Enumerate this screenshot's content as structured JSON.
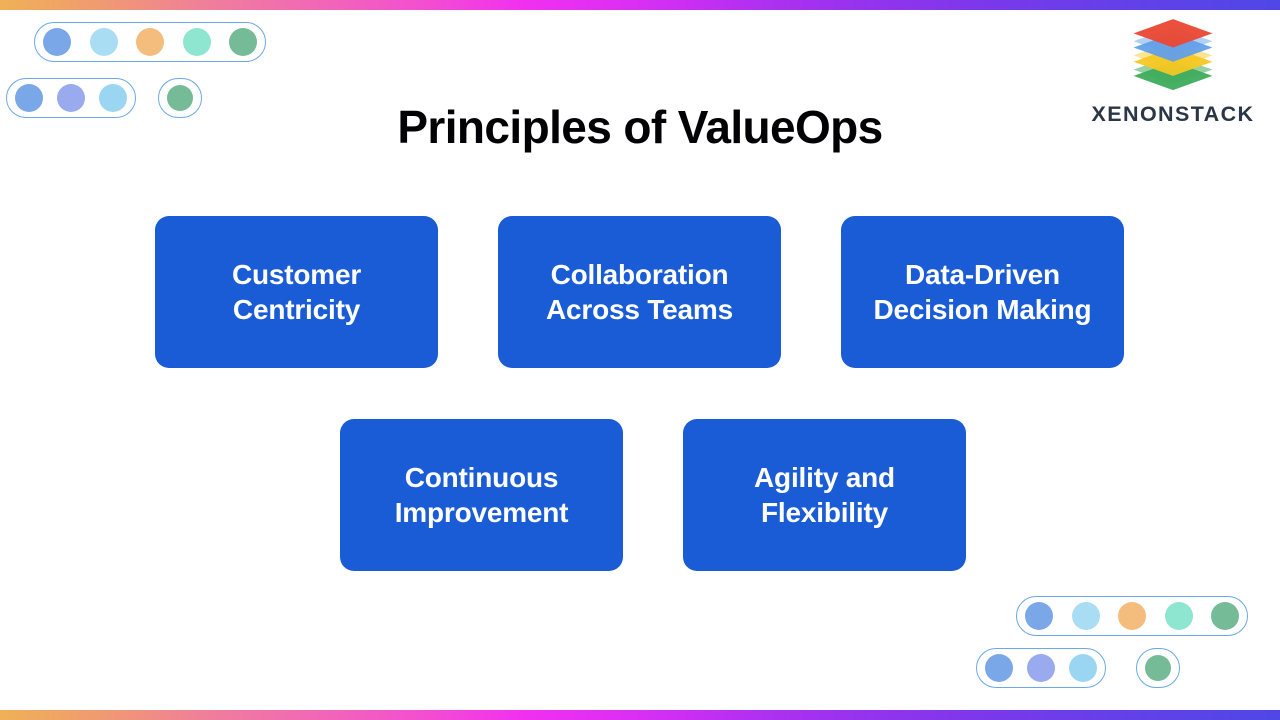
{
  "slide": {
    "title": "Principles of ValueOps",
    "background_color": "#ffffff",
    "card_color": "#1a5cd6",
    "card_text_color": "#ffffff",
    "title_color": "#020204"
  },
  "accent_bars": {
    "gradient_start": "#efb156",
    "gradient_mid": "#f22ff0",
    "gradient_end": "#4f47e6"
  },
  "brand": {
    "name": "XENONSTACK",
    "logo_icon": "stacked-layers-icon",
    "text_color": "#2b3647",
    "layers": [
      {
        "name": "layer-red",
        "color": "#e8412a"
      },
      {
        "name": "layer-blue",
        "color": "#5b9be8"
      },
      {
        "name": "layer-yellow",
        "color": "#f5c518"
      },
      {
        "name": "layer-green",
        "color": "#34a853"
      }
    ]
  },
  "cards": [
    {
      "id": "customer-centricity",
      "label": "Customer\nCentricity"
    },
    {
      "id": "collaboration-across-teams",
      "label": "Collaboration\nAcross Teams"
    },
    {
      "id": "data-driven-decision-making",
      "label": "Data-Driven\nDecision Making"
    },
    {
      "id": "continuous-improvement",
      "label": "Continuous\nImprovement"
    },
    {
      "id": "agility-and-flexibility",
      "label": "Agility and\nFlexibility"
    }
  ],
  "decorations": {
    "top_left": {
      "pill_border_color": "#6aa8e8",
      "row_a_dots": [
        "#7aa7e8",
        "#a9ddf3",
        "#f5bd7d",
        "#8fe6d0",
        "#75bb98"
      ],
      "row_b_dots": [
        "#7aa7e8",
        "#9aaaee",
        "#9ad6f2"
      ],
      "single_dot": [
        "#75bb98"
      ]
    },
    "bottom_right": {
      "pill_border_color": "#6aa8e8",
      "row_a_dots": [
        "#7aa7e8",
        "#a9ddf3",
        "#f5bd7d",
        "#8fe6d0",
        "#75bb98"
      ],
      "row_b_dots": [
        "#7aa7e8",
        "#9aaaee",
        "#9ad6f2"
      ],
      "single_dot": [
        "#75bb98"
      ]
    }
  }
}
